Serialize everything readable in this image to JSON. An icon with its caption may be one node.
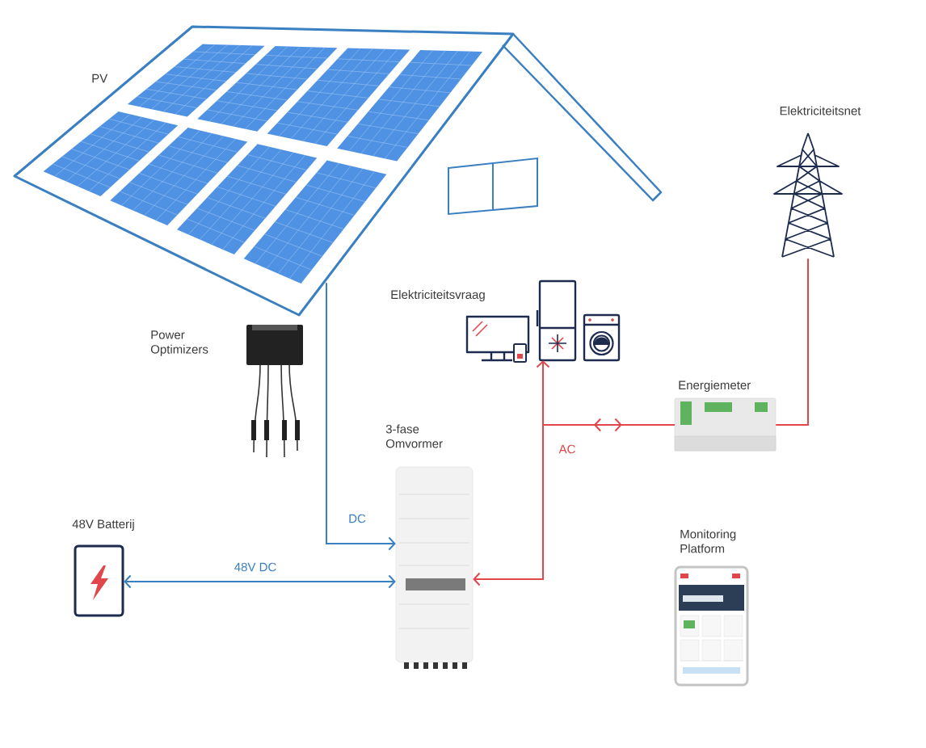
{
  "diagram": {
    "nodes": [
      {
        "text": [
          "PV"
        ]
      },
      {
        "text": [
          "Power Optimizers"
        ]
      },
      {
        "text": [
          "Elektriciteitsvraag"
        ]
      },
      {
        "text": [
          "Elektriciteitsnet"
        ]
      },
      {
        "text": [
          "Energiemeter"
        ]
      },
      {
        "text": [
          "3-fase Omvormer"
        ]
      },
      {
        "text": [
          "48V Batterij"
        ]
      },
      {
        "text": [
          "Monitoring Platform"
        ]
      }
    ],
    "edges": [
      {
        "from": 0,
        "to": 5,
        "arrow": "to",
        "label": "DC",
        "color": "#3a7fc1"
      },
      {
        "from": 6,
        "to": 5,
        "arrow": "both",
        "label": "48V DC",
        "color": "#3a7fc1"
      },
      {
        "from": 4,
        "to": 5,
        "arrow": "to",
        "label": "AC",
        "color": "#e0464a"
      },
      {
        "from": 4,
        "to": 2,
        "arrow": "to",
        "color": "#e0464a"
      },
      {
        "from": 3,
        "to": 4,
        "arrow": "none",
        "color": "#e0464a"
      }
    ]
  }
}
